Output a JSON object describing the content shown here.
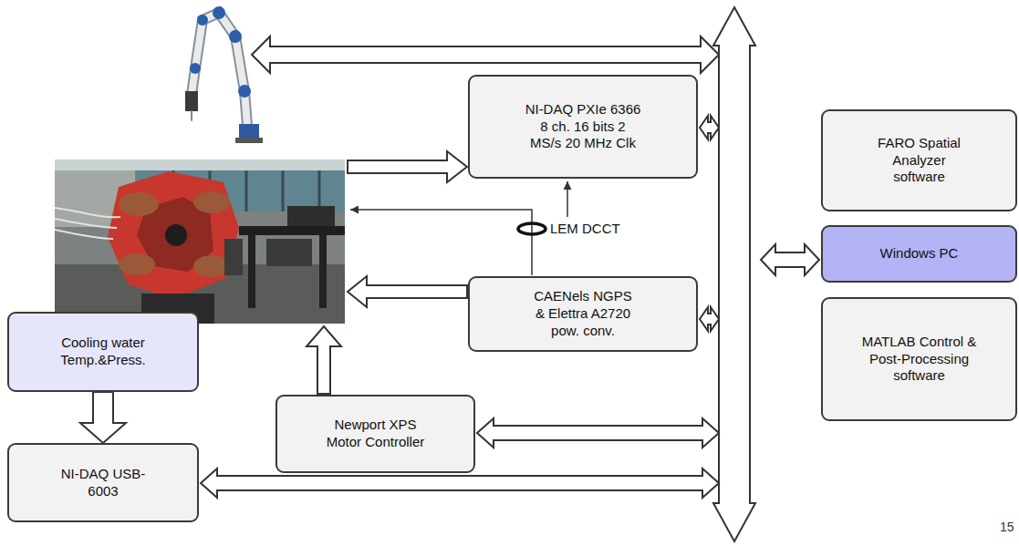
{
  "diagram": {
    "nodes": [
      {
        "text": [
          "NI-DAQ PXIe 6366 8 ch. 16 bits 2 MS/s 20 MHz Clk"
        ]
      },
      {
        "text": [
          "FARO Spatial Analyzer software"
        ]
      },
      {
        "text": [
          "Windows PC"
        ]
      },
      {
        "text": [
          "CAENels NGPS & Elettra A2720 pow. conv."
        ]
      },
      {
        "text": [
          "MATLAB Control & Post-Processing software"
        ]
      },
      {
        "text": [
          "Cooling water Temp.&Press."
        ]
      },
      {
        "text": [
          "Newport XPS Motor Controller"
        ]
      },
      {
        "text": [
          "NI-DAQ USB-6003"
        ]
      }
    ],
    "edges": [
      {
        "from": 5,
        "to": 7,
        "arrow": "to"
      }
    ],
    "labels": [
      "LEM DCCT",
      "15"
    ]
  }
}
